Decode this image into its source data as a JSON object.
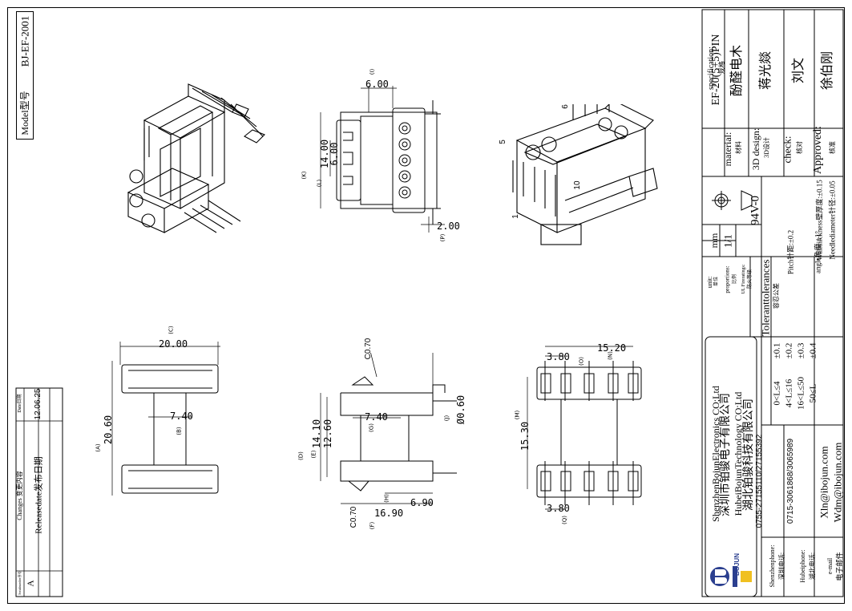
{
  "model": {
    "label": "Model型号",
    "value": "BJ-EF-2001"
  },
  "revision": {
    "header_serial": "Serialnumber序号",
    "header_changes": "Changes 变更内容",
    "header_date": "Date日期",
    "serial": "A",
    "change": "Releasedate发布日期",
    "date": "12.06.25"
  },
  "dimensions": {
    "c": "20.00",
    "a": "20.60",
    "b": "7.40",
    "d": "14.10",
    "e": "12.60",
    "g": "7.40",
    "chamfer_top": "C0.70",
    "chamfer_bottom": "C0.70",
    "h": "6.90",
    "f": "16.90",
    "j": "Ø0.60",
    "m": "15.30",
    "n": "15.20",
    "o": "3.80",
    "q": "3.80",
    "i": "6.00",
    "k": "14.00",
    "l": "6.00",
    "p": "2.00"
  },
  "dim_tags": {
    "a": "(A)",
    "b": "(B)",
    "c": "(C)",
    "d": "(D)",
    "e": "(E)",
    "f": "(F)",
    "g": "(G)",
    "h": "(H)",
    "i": "(I)",
    "j": "(J)",
    "k": "(K)",
    "l": "(L)",
    "m": "(M)",
    "n": "(N)",
    "o": "(O)",
    "p": "(P)",
    "q": "(Q)"
  },
  "pin_labels": {
    "p1": "1",
    "p5": "5",
    "p6": "6",
    "p10": "10"
  },
  "company": {
    "line1": "ShenzhenBojunElectronics CO;Ltd",
    "line2": "深圳市铂骏电子有限公司",
    "line3": "HubeiBojunTechnology CO;Ltd",
    "line4": "湖北铂骏科技有限公司",
    "logo": "BOJUN"
  },
  "contacts": {
    "sz_label": "Shenzhenphone:",
    "sz_label_cn": "深圳电话:",
    "sz_value": "0755-27155110/27155392",
    "hb_label": "Hubeiphone:",
    "hb_label_cn": "湖北电话:",
    "hb_value": "0715-3061868/3065989",
    "email_label": "e-mail",
    "email_label_cn": "电子邮件",
    "email1": "Xln@ibojun.com",
    "email2": "Wdm@ibojun.com"
  },
  "tolerances": {
    "title": "Toleranttolerances",
    "title_cn": "容忍公差",
    "ranges": [
      "0<L≤4",
      "4<L≤16",
      "16<L≤50",
      "50≤L"
    ],
    "values": [
      "±0.1",
      "±0.2",
      "±0.3",
      "±0.4"
    ],
    "pitch": "Pitch针距:±0.2",
    "wall": "Wallthickness壁厚度:±0.15",
    "angle": "angle角度:±1°",
    "needle": "Needlediameter针径:±0.05"
  },
  "units": {
    "unit_label": "unit:",
    "unit_label_cn": "单位",
    "unit_value": "mm",
    "prop_label": "proportions:",
    "prop_label_cn": "比例",
    "prop_value": "1/1",
    "ul_label": "UL Fireratings:",
    "ul_label_cn": "防火等级",
    "ul_value": "94V-0"
  },
  "spec": {
    "spec_label": "specification:",
    "spec_label_cn": "规格",
    "spec_value": "EF-20(5+5)PIN",
    "material_label": "material:",
    "material_label_cn": "材料",
    "material_value": "酚醛电木",
    "design_label": "3D design:",
    "design_label_cn": "3D设计",
    "design_value": "蒋光燚",
    "check_label": "check:",
    "check_label_cn": "核对",
    "check_value": "刘文",
    "approved_label": "Approved:",
    "approved_label_cn": "核准",
    "approved_value": "徐伯刚"
  }
}
